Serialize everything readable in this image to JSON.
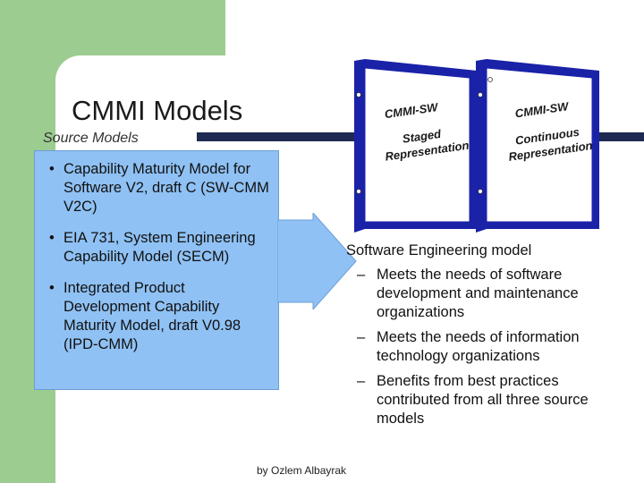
{
  "slide": {
    "title": "CMMI Models",
    "subtitle": "Source Models",
    "source_models": [
      {
        "text": "Capability Maturity Model for Software V2, draft C (SW-CMM V2C)"
      },
      {
        "text": "EIA 731, System Engineering Capability Model (SECM)"
      },
      {
        "text": "Integrated Product Development Capability Maturity Model, draft V0.98 (IPD-CMM)"
      }
    ],
    "binders": [
      {
        "title": "CMMI-SW",
        "line1": "Staged",
        "line2": "Representation"
      },
      {
        "title": "CMMI-SW",
        "line1": "Continuous",
        "line2": "Representation"
      }
    ],
    "software_model": {
      "heading": "Software Engineering model",
      "points": [
        {
          "text": "Meets the needs of software development and maintenance organizations"
        },
        {
          "text": "Meets the needs of information technology organizations"
        },
        {
          "text": "Benefits from best practices contributed from all three source models"
        }
      ]
    },
    "credit": "by Ozlem Albayrak",
    "bullet_glyph": "•",
    "dash_glyph": "–"
  },
  "colors": {
    "green": "#9ccc8f",
    "navy": "#1f2a52",
    "box_blue": "#8fc1f4",
    "binder_blue": "#1a22a8"
  }
}
